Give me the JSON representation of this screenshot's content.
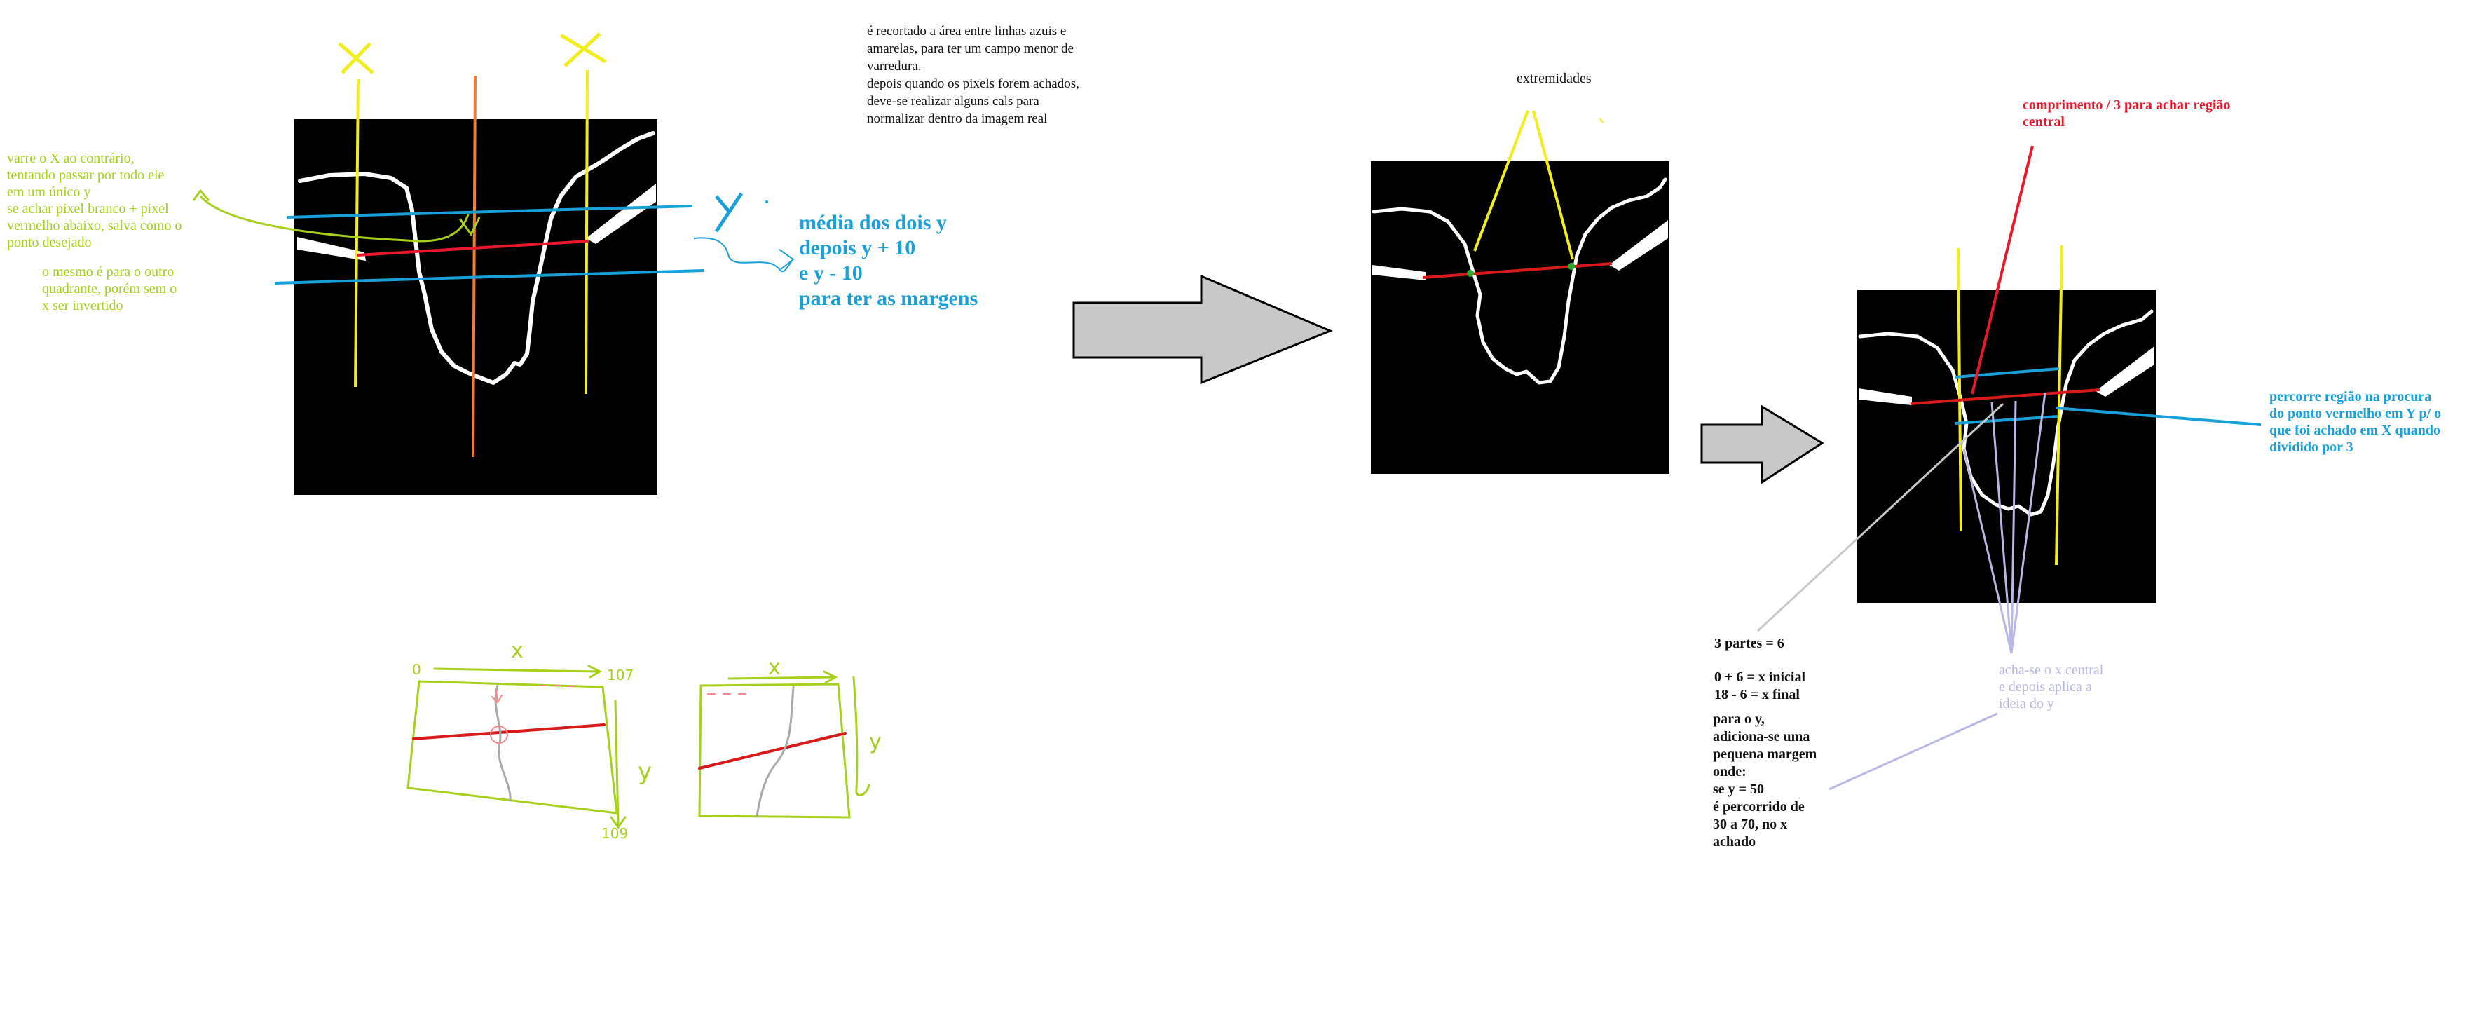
{
  "colors": {
    "blue": "#1aa0d8",
    "yellow": "#f2ee1d",
    "green": "#a6d01c",
    "red": "#d81a1a",
    "orange": "#f07d36",
    "lilac": "#b9b7e3",
    "arrow_gray": "#c8c8c8"
  },
  "labels": {
    "x_mark": "X",
    "y_mark": "Y",
    "x_lower": "x",
    "y_lower": "y",
    "scale_0": "0",
    "scale_107": "107",
    "scale_109": "109"
  },
  "notes": {
    "recorte": "é recortado a área entre linhas azuis e\namarelas, para ter um campo menor de\nvarredura.\ndepois quando os pixels forem achados,\ndeve-se realizar alguns cals para\nnormalizar dentro da imagem real",
    "varre": "varre o X ao contrário,\ntentando passar por todo ele\nem um único y\nse achar pixel branco + pixel\nvermelho abaixo, salva como o\nponto desejado",
    "mesmo": "o mesmo é para o outro\nquadrante, porém sem o\nx ser invertido",
    "media": "média dos dois y\ndepois y + 10\ne y - 10\npara ter as margens",
    "extremidades": "extremidades",
    "comprimento": "comprimento / 3 para achar região\ncentral",
    "percorre": "percorre região na procura\ndo ponto vermelho em Y p/ o\nque foi achado em X quando\ndividido por 3",
    "partes": "3 partes = 6",
    "formulas": "0 + 6 = x inicial\n18 - 6 = x final",
    "margem": "para o y,\nadiciona-se uma\npequena margem\nonde:\nse y = 50\né percorrido de\n30 a 70, no x\nachado",
    "central": "acha-se o x central\ne depois aplica a\nideia do y"
  }
}
